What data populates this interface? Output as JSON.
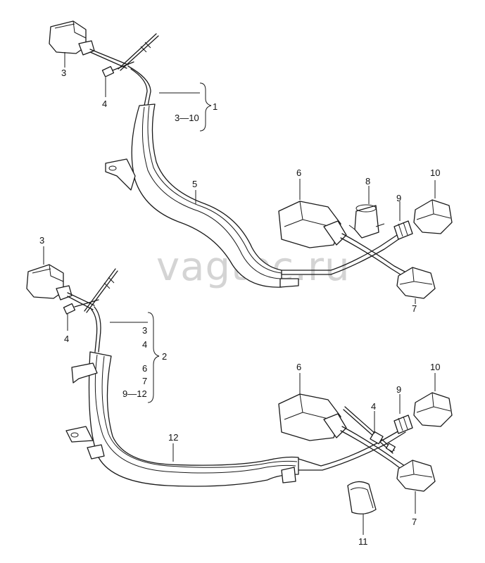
{
  "watermark": "vagtec.ru",
  "labels": {
    "top_3": "3",
    "top_4": "4",
    "top_range": "3—10",
    "top_group": "1",
    "top_5": "5",
    "top_6": "6",
    "top_8": "8",
    "top_10": "10",
    "top_9": "9",
    "top_7": "7",
    "bot_3": "3",
    "bot_4": "4",
    "bot_list_3": "3",
    "bot_list_4": "4",
    "bot_list_6": "6",
    "bot_list_7": "7",
    "bot_list_range": "9—12",
    "bot_group": "2",
    "bot_12": "12",
    "bot_6": "6",
    "bot_4b": "4",
    "bot_9": "9",
    "bot_10": "10",
    "bot_7": "7",
    "bot_11": "11"
  }
}
